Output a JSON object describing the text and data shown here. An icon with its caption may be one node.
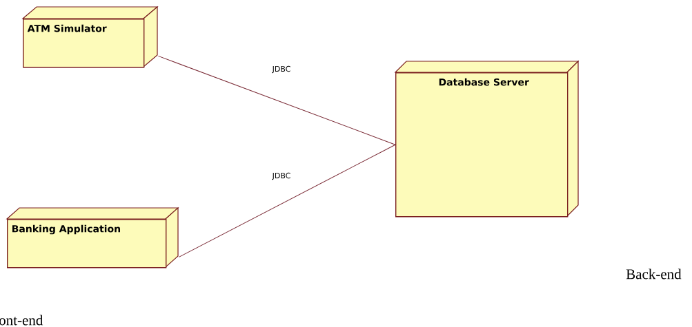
{
  "diagram": {
    "nodes": [
      {
        "text": [
          "ATM Simulator"
        ]
      },
      {
        "text": [
          "Banking Application"
        ]
      },
      {
        "text": [
          "Database Server"
        ]
      }
    ],
    "edges": [
      {
        "from": 0,
        "to": 2,
        "arrow": "none",
        "label": "JDBC"
      },
      {
        "from": 1,
        "to": 2,
        "arrow": "none",
        "label": "JDBC"
      }
    ],
    "labels": [
      "Back-end",
      "ont-end"
    ]
  }
}
